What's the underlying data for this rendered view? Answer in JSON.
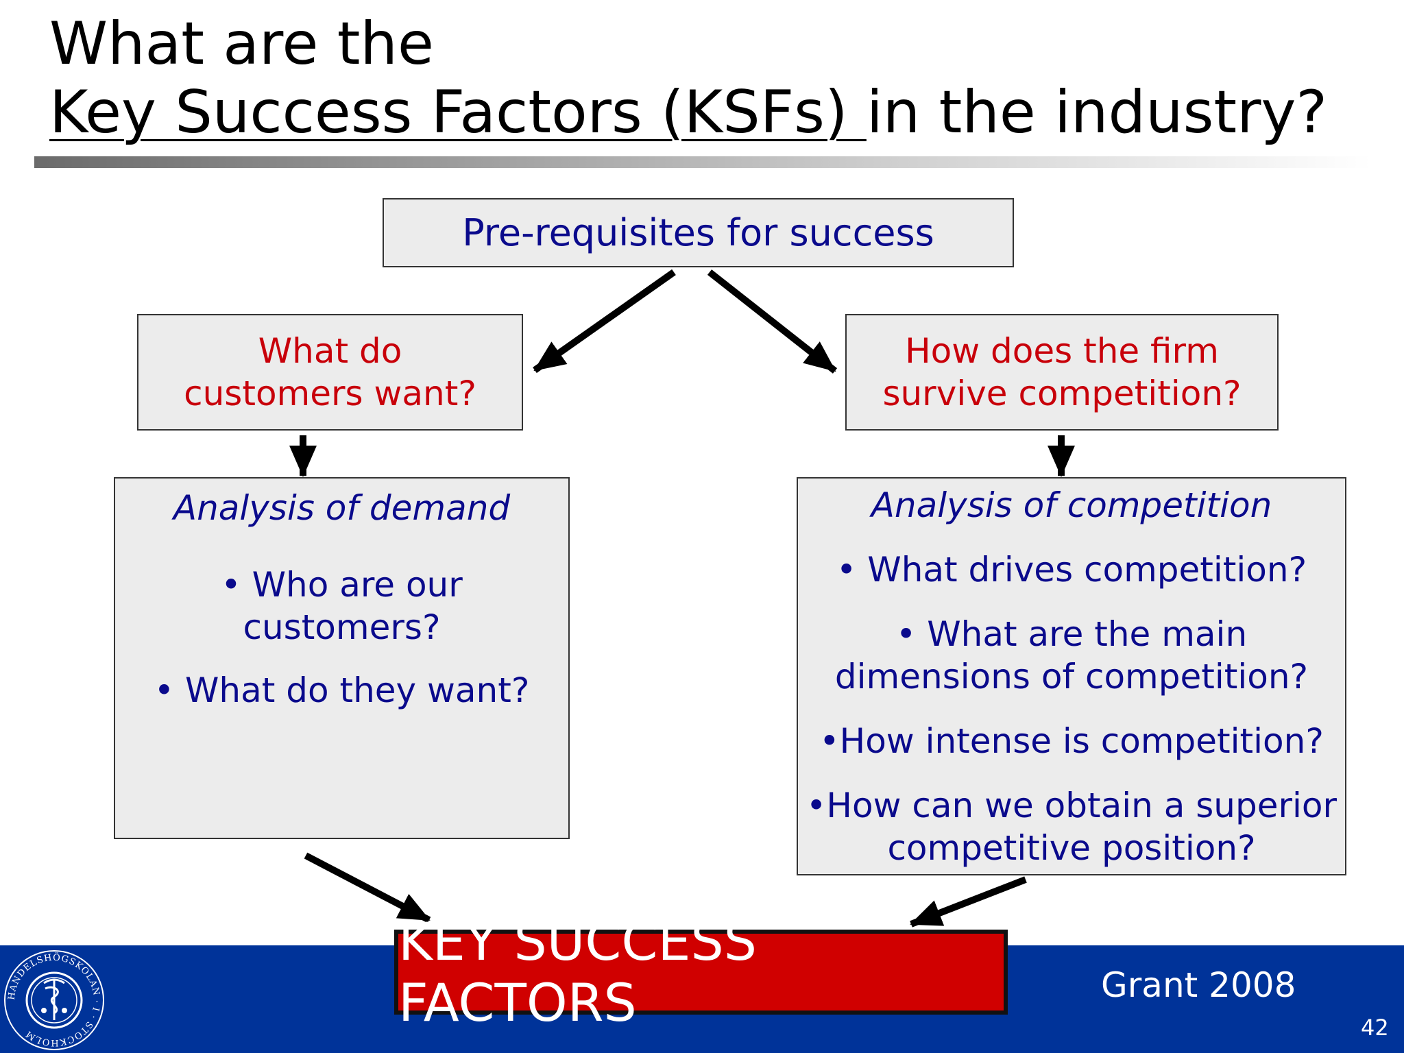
{
  "title": {
    "line1": "What are the",
    "line2_underlined": "Key Success Factors (KSFs) ",
    "line2_rest": "in the industry?"
  },
  "boxes": {
    "prereq": "Pre-requisites for success",
    "customers": {
      "line1": "What do",
      "line2": "customers want?"
    },
    "survive": {
      "line1": "How does the firm",
      "line2": "survive competition?"
    },
    "demand": {
      "heading": "Analysis of demand",
      "items": [
        "• Who are our",
        "customers?",
        "• What do they want?"
      ]
    },
    "competition": {
      "heading": "Analysis of competition",
      "items": [
        "• What drives competition?",
        "• What are the main",
        "dimensions of competition?",
        "•How intense is competition?",
        "•How can we obtain a superior",
        "competitive position?"
      ]
    },
    "ksf": "KEY SUCCESS FACTORS"
  },
  "footer": {
    "credit": "Grant 2008",
    "page_number": "42",
    "seal_text": "HANDELSHÖGSKOLAN · I · STOCKHOLM"
  },
  "colors": {
    "question_text": "#c8000a",
    "body_text": "#0a0a8c",
    "footer_bg": "#003399",
    "ksf_bg": "#d00000",
    "box_bg": "#ececec"
  }
}
